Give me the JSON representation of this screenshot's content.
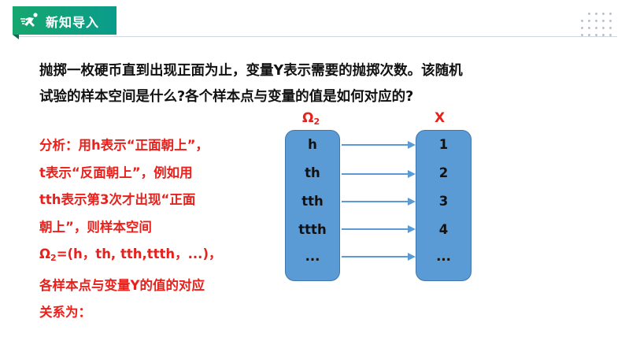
{
  "banner": {
    "title": "新知导入",
    "icon": "runner-icon",
    "color": "#12a37a"
  },
  "question": {
    "line1": "抛掷一枚硬币直到出现正面为止，变量Y表示需要的抛掷次数。该随机",
    "line2": "试验的样本空间是什么?各个样本点与变量的值是如何对应的?"
  },
  "analysis": {
    "line1": "分析：用h表示“正面朝上”，",
    "line2": "t表示“反面朝上”，例如用",
    "line3": "tth表示第3次才出现“正面",
    "line4": "朝上”，则样本空间",
    "line5_prefix": "Ω",
    "line5_sub": "2",
    "line5_rest": "=(h，th, tth,ttth，...)，",
    "line6": "各样本点与变量Y的值的对应",
    "line7": "关系为："
  },
  "mapping": {
    "left_label": "Ω",
    "left_label_sub": "2",
    "right_label": "X",
    "left_items": [
      "h",
      "th",
      "tth",
      "ttth",
      "..."
    ],
    "right_items": [
      "1",
      "2",
      "3",
      "4",
      "..."
    ],
    "box_color": "#5b9bd5",
    "arrow_color": "#5b9bd5"
  },
  "colors": {
    "accent_red": "#e8211c",
    "text_dark": "#111111"
  }
}
